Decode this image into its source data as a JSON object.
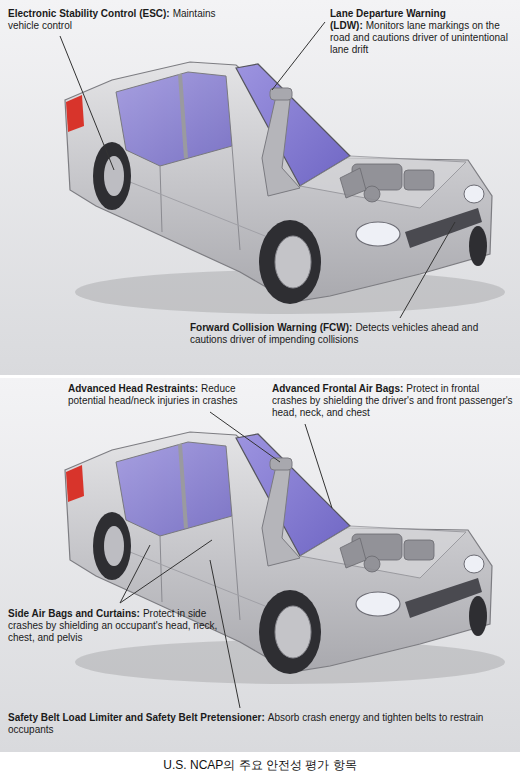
{
  "diagram": {
    "caption": "U.S. NCAP의 주요 안전성 평가 항목",
    "labels": [
      "Electronic Stability Control (ESC):",
      "Maintains vehicle control",
      "Lane Departure Warning (LDW):",
      "Monitors lane markings on the road and cautions driver of unintentional lane drift",
      "Forward Collision Warning (FCW):",
      "Detects vehicles ahead and cautions driver of impending collisions",
      "Advanced Head Restraints:",
      "Reduce potential head/neck injuries in crashes",
      "Advanced Frontal Air Bags:",
      "Protect in frontal crashes by shielding the driver's and front passenger's head, neck, and chest",
      "Side Air Bags and Curtains:",
      "Protect in side crashes by shielding an occupant's head, neck, chest, and pelvis",
      "Safety Belt Load Limiter and Safety Belt Pretensioner:",
      "Absorb crash energy and tighten belts to restrain occupants"
    ]
  }
}
